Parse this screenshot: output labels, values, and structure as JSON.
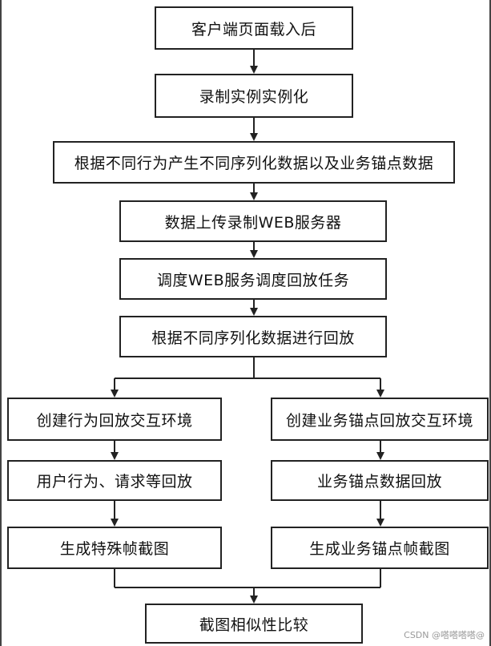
{
  "nodes": {
    "start": "客户端页面载入后",
    "record_instance": "录制实例实例化",
    "generate_data": "根据不同行为产生不同序列化数据以及业务锚点数据",
    "upload": "数据上传录制WEB服务器",
    "schedule": "调度WEB服务调度回放任务",
    "replay": "根据不同序列化数据进行回放",
    "left_env": "创建行为回放交互环境",
    "right_env": "创建业务锚点回放交互环境",
    "left_replay": "用户行为、请求等回放",
    "right_replay": "业务锚点数据回放",
    "left_capture": "生成特殊帧截图",
    "right_capture": "生成业务锚点帧截图",
    "compare": "截图相似性比较"
  },
  "watermark": "CSDN @嗒嗒嗒嗒@"
}
